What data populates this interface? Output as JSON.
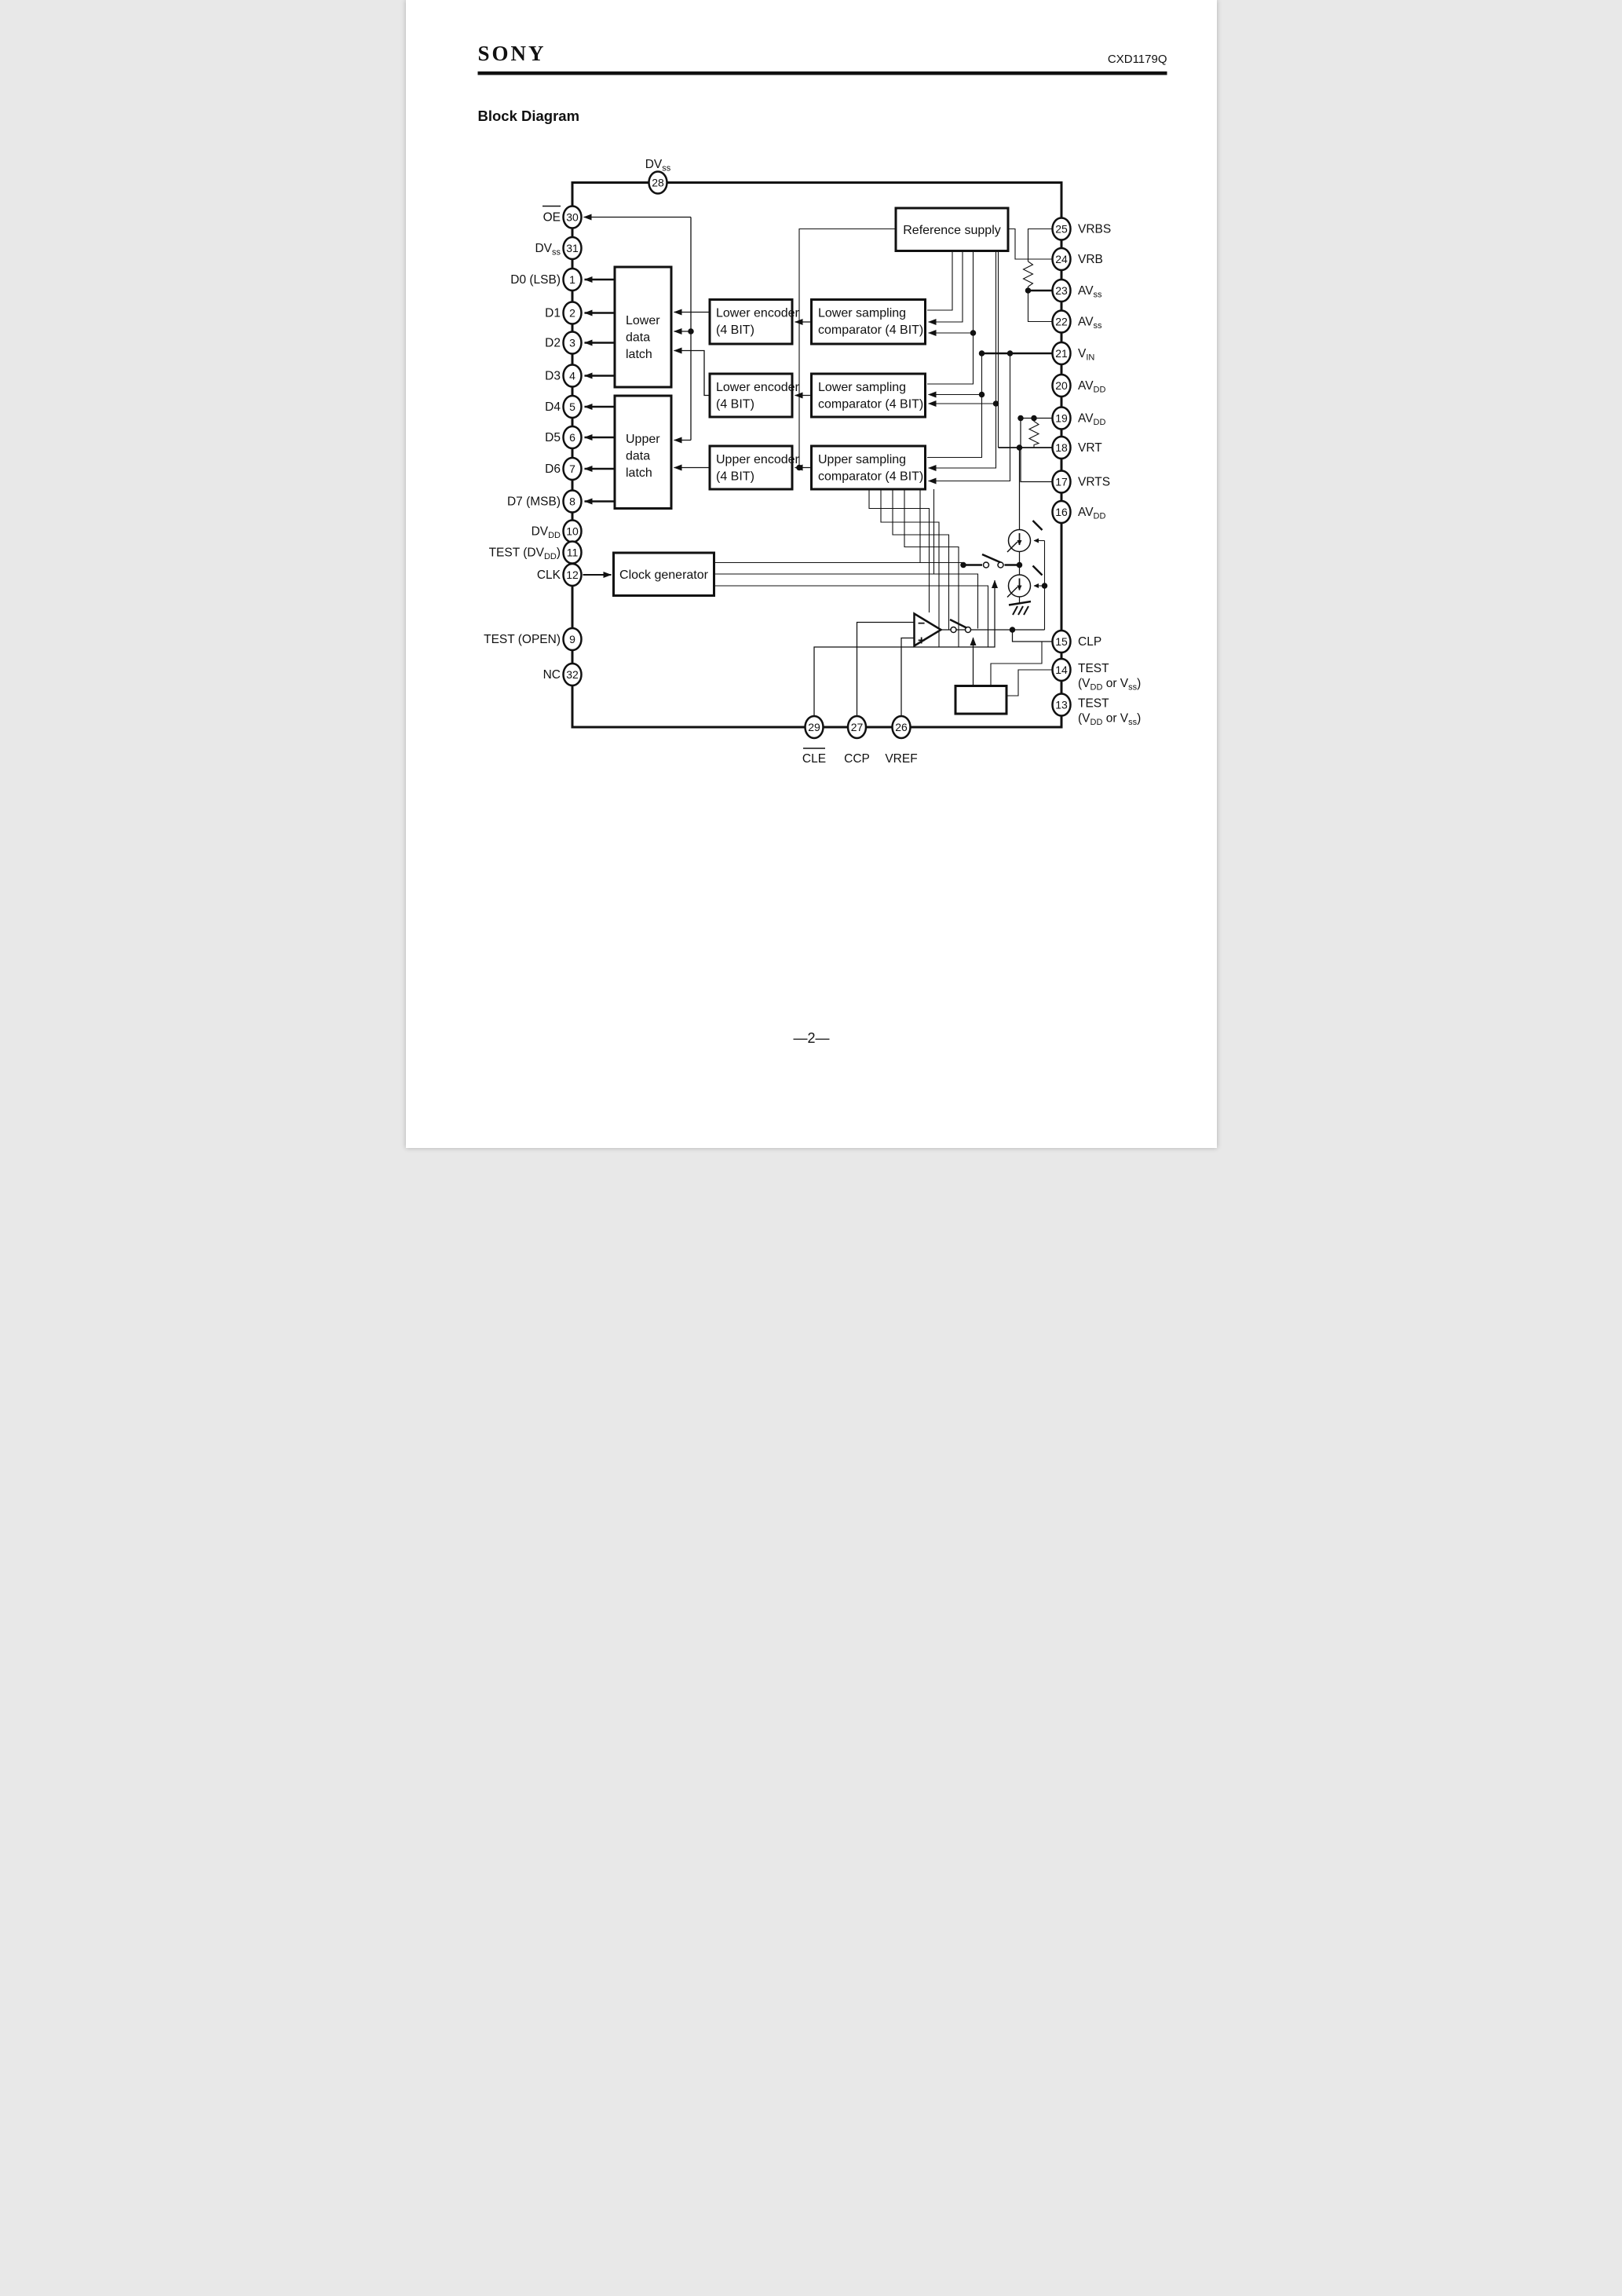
{
  "header": {
    "brand": "SONY",
    "part": "CXD1179Q"
  },
  "title": "Block Diagram",
  "footer": {
    "page": "—2—"
  },
  "colors": {
    "ink": "#111111",
    "paper": "#ffffff"
  },
  "diagram": {
    "pins": {
      "top": {
        "num": "28",
        "a": "DV",
        "b": "ss"
      },
      "left": [
        {
          "num": "30",
          "a": "OE",
          "overline": true
        },
        {
          "num": "31",
          "a": "DV",
          "b": "ss"
        },
        {
          "num": "1",
          "a": "D0 (LSB)"
        },
        {
          "num": "2",
          "a": "D1"
        },
        {
          "num": "3",
          "a": "D2"
        },
        {
          "num": "4",
          "a": "D3"
        },
        {
          "num": "5",
          "a": "D4"
        },
        {
          "num": "6",
          "a": "D5"
        },
        {
          "num": "7",
          "a": "D6"
        },
        {
          "num": "8",
          "a": "D7 (MSB)"
        },
        {
          "num": "10",
          "a": "DV",
          "b": "DD"
        },
        {
          "num": "11",
          "a": "TEST (DV",
          "b": "DD",
          "c": ")"
        },
        {
          "num": "12",
          "a": "CLK"
        },
        {
          "num": "9",
          "a": "TEST (OPEN)"
        },
        {
          "num": "32",
          "a": "NC"
        }
      ],
      "right": [
        {
          "num": "25",
          "a": "VRBS"
        },
        {
          "num": "24",
          "a": "VRB"
        },
        {
          "num": "23",
          "a": "AV",
          "b": "ss"
        },
        {
          "num": "22",
          "a": "AV",
          "b": "ss"
        },
        {
          "num": "21",
          "a": "V",
          "b": "IN"
        },
        {
          "num": "20",
          "a": "AV",
          "b": "DD"
        },
        {
          "num": "19",
          "a": "AV",
          "b": "DD"
        },
        {
          "num": "18",
          "a": "VRT"
        },
        {
          "num": "17",
          "a": "VRTS"
        },
        {
          "num": "16",
          "a": "AV",
          "b": "DD"
        },
        {
          "num": "15",
          "a": "CLP"
        },
        {
          "num": "14",
          "a": "TEST",
          "l2a": "(V",
          "l2b": "DD",
          "l2c": " or V",
          "l2d": "ss",
          "l2e": ")"
        },
        {
          "num": "13",
          "a": "TEST",
          "l2a": "(V",
          "l2b": "DD",
          "l2c": " or V",
          "l2d": "ss",
          "l2e": ")"
        }
      ],
      "bottom": [
        {
          "num": "29",
          "a": "CLE",
          "overline": true
        },
        {
          "num": "27",
          "a": "CCP"
        },
        {
          "num": "26",
          "a": "VREF"
        }
      ]
    },
    "blocks": {
      "lower_latch": [
        "Lower",
        "data",
        "latch"
      ],
      "upper_latch": [
        "Upper",
        "data",
        "latch"
      ],
      "enc1": [
        "Lower encoder",
        "(4 BIT)"
      ],
      "enc2": [
        "Lower encoder",
        "(4 BIT)"
      ],
      "enc3": [
        "Upper encoder",
        "(4 BIT)"
      ],
      "comp1": [
        "Lower sampling",
        "comparator (4 BIT)"
      ],
      "comp2": [
        "Lower sampling",
        "comparator (4 BIT)"
      ],
      "comp3": [
        "Upper sampling",
        "comparator (4 BIT)"
      ],
      "ref": "Reference supply",
      "clkgen": "Clock generator"
    },
    "opamp": {
      "minus": "−",
      "plus": "+"
    }
  }
}
